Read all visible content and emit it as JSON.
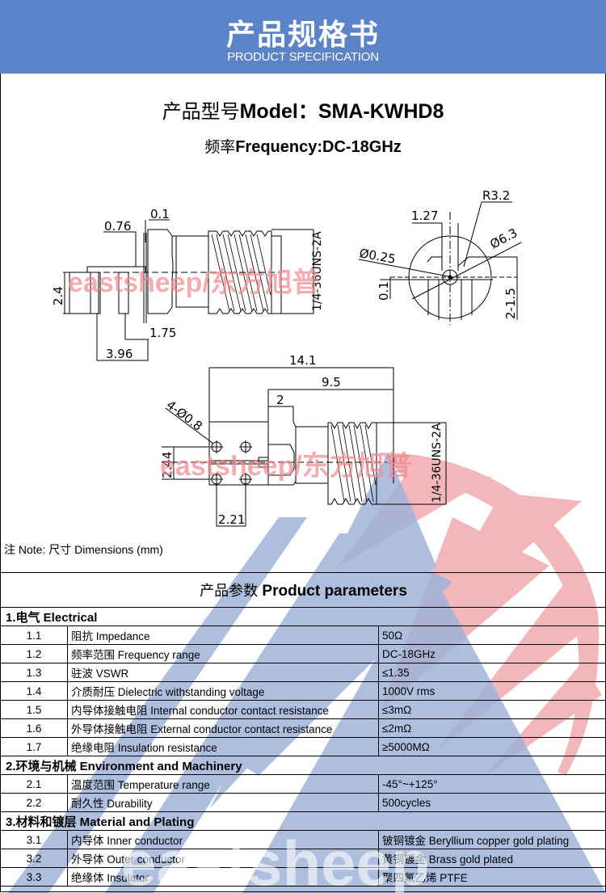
{
  "banner": {
    "title_cn": "产品规格书",
    "title_en": "PRODUCT SPECIFICATION",
    "color": "#5b83c7"
  },
  "model": {
    "label_cn": "产品型号",
    "label_en": "Model：",
    "value": "SMA-KWHD8"
  },
  "frequency": {
    "label_cn": "频率",
    "label_en": "Frequency:",
    "value": "DC-18GHz"
  },
  "drawing": {
    "watermark": "eastsheep/东方旭普",
    "side_view": {
      "dim_top_flange": "0.1",
      "dim_pin_offset": "0.76",
      "dim_height": "2.4",
      "dim_leg_spacing": "1.75",
      "dim_leg_span": "3.96",
      "thread_spec": "1/4-36UNS-2A"
    },
    "front_view": {
      "dim_radius": "R3.2",
      "dim_width": "1.27",
      "dim_pin_dia": "Ø0.25",
      "dim_body_dia": "Ø6.3",
      "dim_offset": "0.1",
      "dim_legs": "2-1.5"
    },
    "top_view": {
      "dim_total_length": "14.1",
      "dim_body_length": "9.5",
      "dim_hex_width": "2",
      "dim_holes": "4-Ø0.8",
      "dim_hole_spacing_v": "2.44",
      "dim_hole_spacing_h": "2.21",
      "thread_spec": "1/4-36UNS-2A"
    }
  },
  "note": "注 Note:  尺寸 Dimensions (mm)",
  "parameters": {
    "title_cn": "产品参数",
    "title_en": "Product parameters",
    "sections": [
      {
        "title": "1.电气 Electrical",
        "rows": [
          {
            "no": "1.1",
            "name": "阻抗 Impedance",
            "value": "50Ω"
          },
          {
            "no": "1.2",
            "name": "频率范围 Frequency range",
            "value": "DC-18GHz"
          },
          {
            "no": "1.3",
            "name": "驻波 VSWR",
            "value": "≤1.35"
          },
          {
            "no": "1.4",
            "name": "介质耐压 Dielectric withstanding voltage",
            "value": "1000V rms"
          },
          {
            "no": "1.5",
            "name": "内导体接触电阻 Internal conductor contact resistance",
            "value": "≤3mΩ"
          },
          {
            "no": "1.6",
            "name": "外导体接触电阻 External conductor contact resistance",
            "value": "≤2mΩ"
          },
          {
            "no": "1.7",
            "name": "绝缘电阻  Insulation resistance",
            "value": "≥5000MΩ"
          }
        ]
      },
      {
        "title": "2.环境与机械 Environment and Machinery",
        "rows": [
          {
            "no": "2.1",
            "name": "温度范围 Temperature range",
            "value": "-45°~+125°"
          },
          {
            "no": "2.2",
            "name": "耐久性 Durability",
            "value": "500cycles"
          }
        ]
      },
      {
        "title": "3.材料和镀层 Material and Plating",
        "rows": [
          {
            "no": "3.1",
            "name": "内导体 Inner conductor",
            "value": "铍铜镀金 Beryllium copper gold plating"
          },
          {
            "no": "3.2",
            "name": "外导体 Outer conductor",
            "value": "黄铜镀金  Brass gold plated"
          },
          {
            "no": "3.3",
            "name": "绝缘体 Insulator",
            "value": "聚四氟乙烯 PTFE"
          }
        ]
      }
    ]
  },
  "watermark_bottom": "eastsheep"
}
